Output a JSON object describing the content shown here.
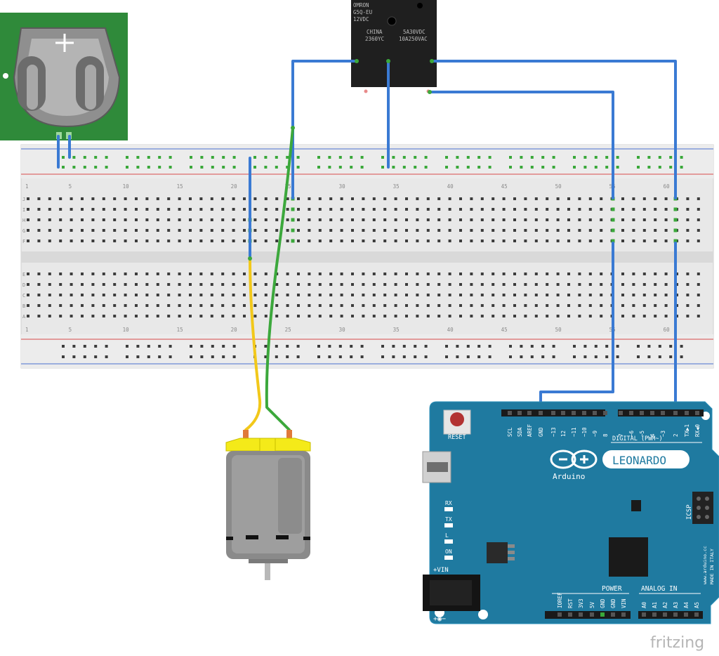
{
  "relay": {
    "line1": "OMRON",
    "line2": "G5Q-EU",
    "line3": "12VDC",
    "line4": "CHINA",
    "line5": "2360YC",
    "line6": "5A30VDC",
    "line7": "10A250VAC"
  },
  "breadboard": {
    "top_numbers": [
      "1",
      "5",
      "10",
      "15",
      "20",
      "25",
      "30",
      "35",
      "40",
      "45",
      "50",
      "55",
      "60"
    ],
    "bottom_numbers": [
      "1",
      "5",
      "10",
      "15",
      "20",
      "25",
      "30",
      "35",
      "40",
      "45",
      "50",
      "55",
      "60"
    ],
    "top_rows": [
      "J",
      "I",
      "H",
      "G",
      "F"
    ],
    "bottom_rows": [
      "E",
      "D",
      "C",
      "B",
      "A"
    ]
  },
  "arduino": {
    "reset_label": "RESET",
    "logo_text": "LEONARDO",
    "brand_text": "Arduino",
    "digital_label": "DIGITAL (PWM~)",
    "power_label": "POWER",
    "analog_label": "ANALOG IN",
    "vin_label": "+VIN",
    "icsp_label": "ICSP",
    "led_rx": "RX",
    "led_tx": "TX",
    "led_l": "L",
    "led_on": "ON",
    "side_text_1": "www.arduino.cc",
    "side_text_2": "MADE IN ITALY",
    "top_pins": [
      "SCL",
      "SDA",
      "AREF",
      "GND",
      "~13",
      "12",
      "~11",
      "~10",
      "~9",
      "8",
      "7",
      "~6",
      "~5",
      "4",
      "~3",
      "2",
      "TX▶1",
      "RX◀0"
    ],
    "power_pins": [
      "IOREF",
      "RST",
      "3V3",
      "5V",
      "GND",
      "GND",
      "VIN"
    ],
    "analog_pins": [
      "A0",
      "A1",
      "A2",
      "A3",
      "A4",
      "A5"
    ]
  },
  "watermark": "fritzing",
  "colors": {
    "wire_blue": "#3a7ad3",
    "wire_green": "#3ca83c",
    "wire_yellow": "#f2c81a",
    "board": "#1f7aa0",
    "pcb_green": "#2f8a3a"
  }
}
